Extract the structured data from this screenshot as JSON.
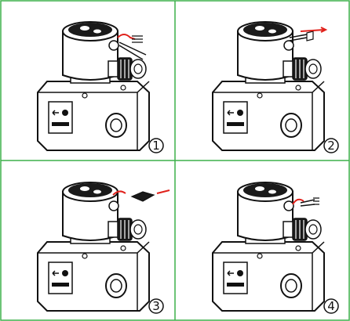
{
  "figure": {
    "steps": [
      {
        "number": "1",
        "action": "insert-wire"
      },
      {
        "number": "2",
        "action": "strip-wire"
      },
      {
        "number": "3",
        "action": "pull-out-clip"
      },
      {
        "number": "4",
        "action": "secured"
      }
    ],
    "colors": {
      "grid_border": "#3db04a",
      "outline": "#111111",
      "accent_arrow": "#e0201a",
      "dial": "#1a1a1a"
    }
  }
}
